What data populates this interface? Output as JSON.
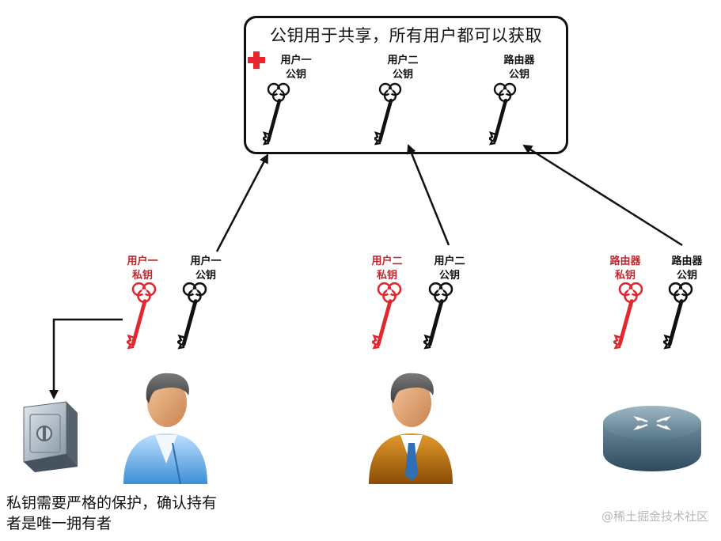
{
  "shared_box": {
    "title": "公钥用于共享，所有用户都可以获取",
    "keys": [
      {
        "label": "用户一\n公钥"
      },
      {
        "label": "用户二\n公钥"
      },
      {
        "label": "路由器\n公钥"
      }
    ]
  },
  "parties": [
    {
      "private_label": "用户一\n私钥",
      "public_label": "用户一\n公钥",
      "icon": "person-blue-icon"
    },
    {
      "private_label": "用户二\n私钥",
      "public_label": "用户二\n公钥",
      "icon": "person-orange-icon"
    },
    {
      "private_label": "路由器\n私钥",
      "public_label": "路由器\n公钥",
      "icon": "router-icon"
    }
  ],
  "safe_icon": "safe-icon",
  "note": "私钥需要严格的保护，确认持有者是唯一拥有者",
  "watermark": "@稀土掘金技术社区",
  "colors": {
    "private_key": "#d6262b",
    "public_key": "#111111",
    "badge": "#e8262b"
  }
}
